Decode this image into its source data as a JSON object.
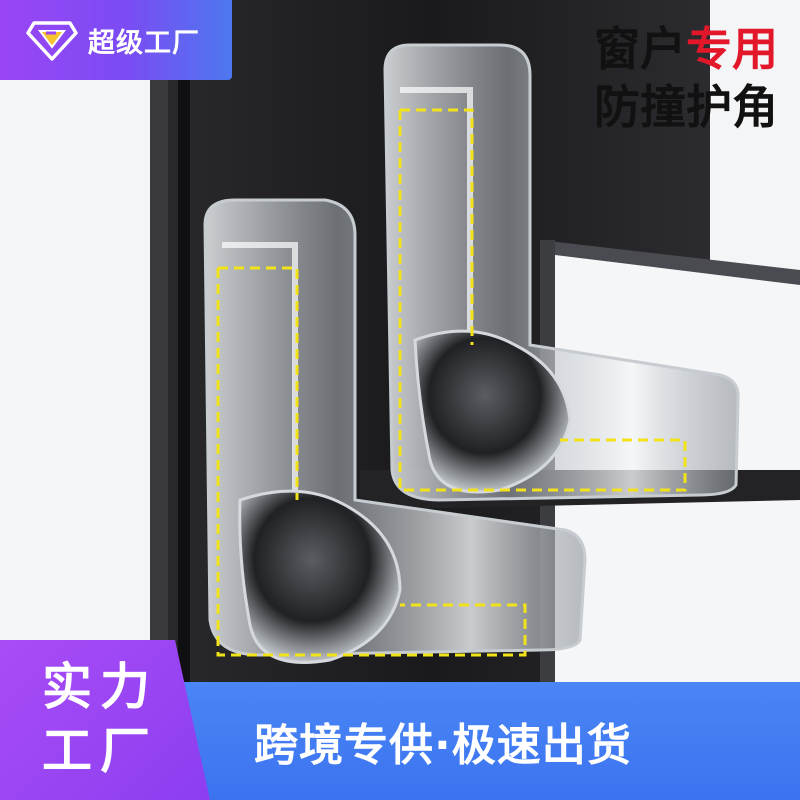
{
  "brand": {
    "name": "超级工厂",
    "logo": "diamond-logo-icon"
  },
  "headline": {
    "line1_prefix": "窗户",
    "line1_accent": "专用",
    "line2": "防撞护角"
  },
  "factory_badge": {
    "line1": "实力",
    "line2": "工厂"
  },
  "slogan": "跨境专供·极速出货",
  "colors": {
    "brand_purple": "#9b45f5",
    "banner_blue": "#3b73ef",
    "accent_red": "#e2182a",
    "frame_dark": "#1e1e20",
    "guide_yellow": "#f2e21a"
  }
}
